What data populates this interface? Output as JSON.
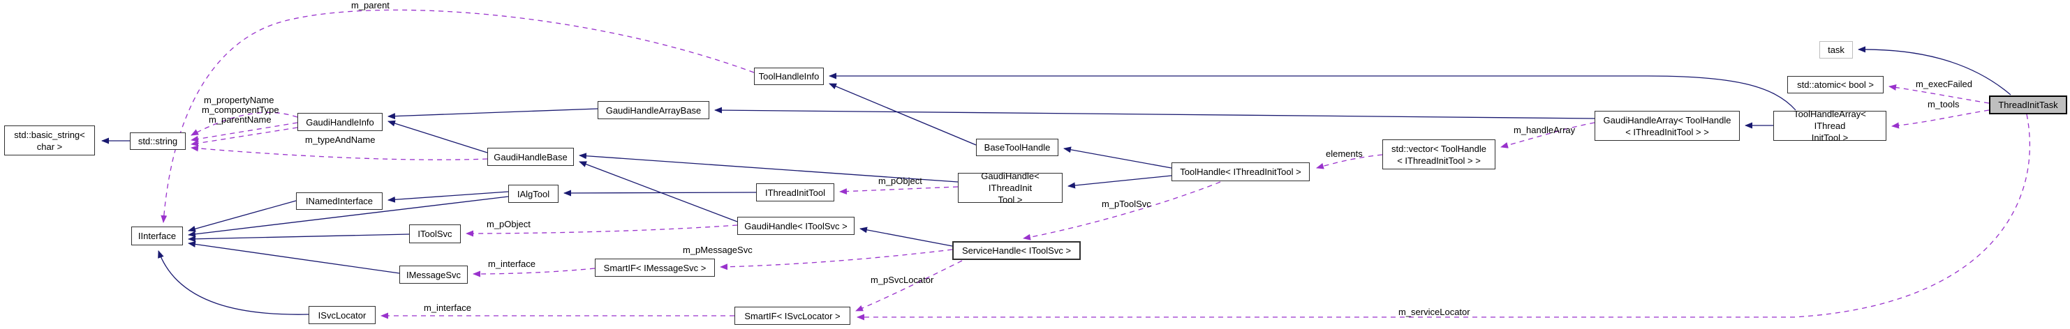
{
  "diagram": {
    "type": "doxygen-collaboration-graph",
    "colors": {
      "inheritance_edge": "#191970",
      "usage_edge": "#9932cc",
      "node_border": "#2f2f2f",
      "node_fill": "#ffffff",
      "highlight_fill": "#bfbfbf",
      "external_border": "#bdbdbd"
    },
    "nodes": {
      "std_basic_string": {
        "label": "std::basic_string<\nchar >"
      },
      "std_string": {
        "label": "std::string"
      },
      "gaudi_handle_info": {
        "label": "GaudiHandleInfo"
      },
      "gaudi_handle_base": {
        "label": "GaudiHandleBase"
      },
      "gaudi_handle_array_base": {
        "label": "GaudiHandleArrayBase"
      },
      "tool_handle_info": {
        "label": "ToolHandleInfo"
      },
      "iinterface": {
        "label": "IInterface"
      },
      "inamed_interface": {
        "label": "INamedInterface"
      },
      "ialgtool": {
        "label": "IAlgTool"
      },
      "ithread_init_tool": {
        "label": "IThreadInitTool"
      },
      "itoolsvc": {
        "label": "IToolSvc"
      },
      "imessagesvc": {
        "label": "IMessageSvc"
      },
      "isvclocator": {
        "label": "ISvcLocator"
      },
      "smartif_imessagesvc": {
        "label": "SmartIF< IMessageSvc >"
      },
      "smartif_isvclocator": {
        "label": "SmartIF< ISvcLocator >"
      },
      "gaudihandle_itoolsvc": {
        "label": "GaudiHandle< IToolSvc >"
      },
      "gaudihandle_ithreadinittool": {
        "label": "GaudiHandle< IThreadInit\nTool >"
      },
      "base_tool_handle": {
        "label": "BaseToolHandle"
      },
      "servicehandle_itoolsvc": {
        "label": "ServiceHandle< IToolSvc >"
      },
      "toolhandle_ithreadinittool": {
        "label": "ToolHandle< IThreadInitTool >"
      },
      "std_vector_toolhandle": {
        "label": "std::vector< ToolHandle\n< IThreadInitTool > >"
      },
      "gaudihandlearray_toolhandle": {
        "label": "GaudiHandleArray< ToolHandle\n< IThreadInitTool > >"
      },
      "toolhandlearray_ithreadinittool": {
        "label": "ToolHandleArray< IThread\nInitTool >"
      },
      "task": {
        "label": "task"
      },
      "std_atomic_bool": {
        "label": "std::atomic< bool >"
      },
      "thread_init_task": {
        "label": "ThreadInitTask"
      }
    },
    "edge_labels": {
      "m_parent": {
        "text": "m_parent"
      },
      "m_propertyName": {
        "text": "m_propertyName"
      },
      "m_componentType": {
        "text": "m_componentType"
      },
      "m_parentName": {
        "text": "m_parentName"
      },
      "m_typeAndName": {
        "text": "m_typeAndName"
      },
      "m_pObject_itoolsvc": {
        "text": "m_pObject"
      },
      "m_pObject_ithread": {
        "text": "m_pObject"
      },
      "m_interface_msg": {
        "text": "m_interface"
      },
      "m_interface_svc": {
        "text": "m_interface"
      },
      "m_pMessageSvc": {
        "text": "m_pMessageSvc"
      },
      "m_pSvcLocator": {
        "text": "m_pSvcLocator"
      },
      "m_pToolSvc": {
        "text": "m_pToolSvc"
      },
      "elements": {
        "text": "elements"
      },
      "m_handleArray": {
        "text": "m_handleArray"
      },
      "m_execFailed": {
        "text": "m_execFailed"
      },
      "m_tools": {
        "text": "m_tools"
      },
      "m_serviceLocator": {
        "text": "m_serviceLocator"
      }
    }
  }
}
